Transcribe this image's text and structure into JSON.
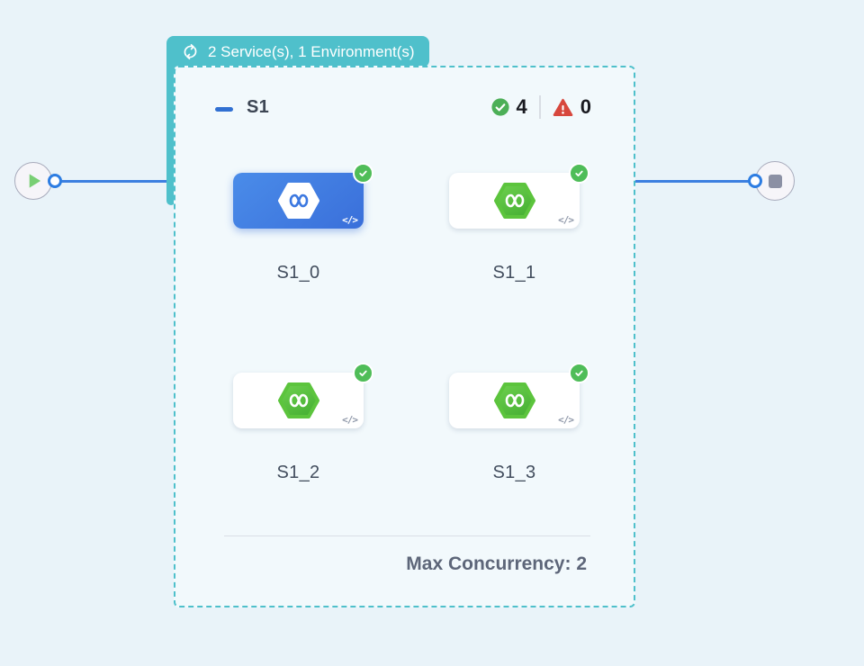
{
  "header_badge": {
    "label": "2 Service(s), 1 Environment(s)"
  },
  "stage": {
    "title": "S1",
    "passed_count": "4",
    "failed_count": "0",
    "max_concurrency": "Max Concurrency: 2",
    "services": [
      {
        "label": "S1_0",
        "state": "selected"
      },
      {
        "label": "S1_1",
        "state": "default"
      },
      {
        "label": "S1_2",
        "state": "default"
      },
      {
        "label": "S1_3",
        "state": "default"
      }
    ]
  },
  "glyphs": {
    "code": "</>"
  },
  "colors": {
    "badge_teal": "#4fc0cb",
    "edge_blue": "#3c7fe0",
    "selected_card_blue": "#3f79e0",
    "success_green": "#4caf57",
    "badge_check_green": "#4fbd58",
    "error_red": "#d7473d",
    "harness_green_light": "#6ed14e",
    "harness_green_dark": "#49b236"
  }
}
